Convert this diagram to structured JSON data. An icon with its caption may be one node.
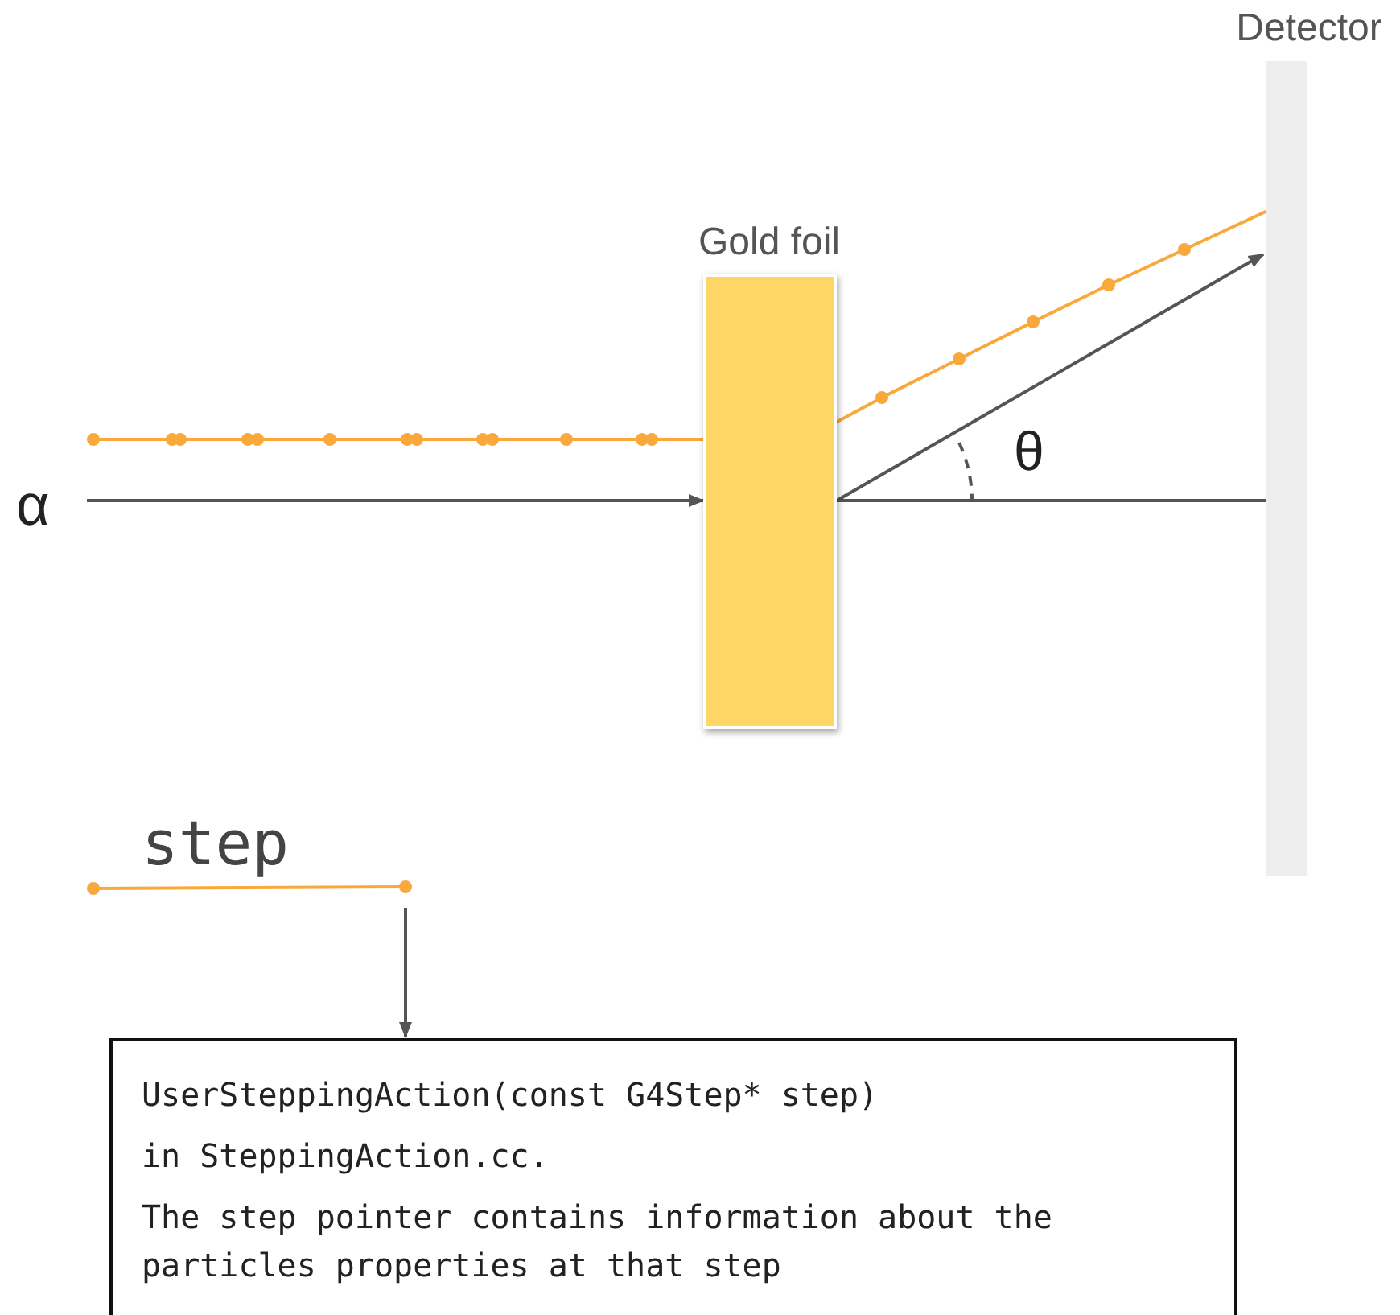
{
  "diagram": {
    "nodes": [
      {
        "text": [
          "Detector"
        ]
      },
      {
        "text": [
          "Gold foil"
        ]
      },
      {
        "text": [
          "α"
        ]
      },
      {
        "text": [
          "step"
        ]
      },
      {
        "text": [
          "UserSteppingAction(const G4Step* step)",
          "in SteppingAction.cc.",
          "The step pointer contains information about the particles properties at that step"
        ]
      }
    ],
    "edges": [
      {
        "from": 2,
        "to": 1,
        "arrow": "to"
      },
      {
        "from": 1,
        "to": 0,
        "arrow": "to"
      },
      {
        "from": 3,
        "to": 4,
        "arrow": "to"
      }
    ],
    "labels": [
      "θ"
    ]
  }
}
